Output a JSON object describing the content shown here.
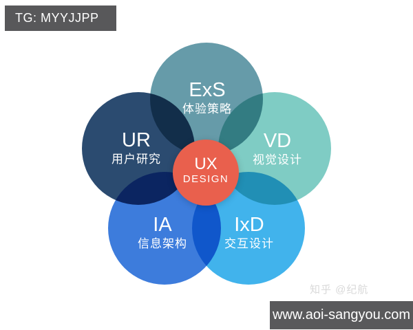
{
  "badge": {
    "label": "TG: MYYJJPP",
    "bg": "#58585a",
    "text_color": "#ffffff"
  },
  "diagram": {
    "type": "venn-flower",
    "center": {
      "abbr": "UX",
      "label": "DESIGN",
      "color": "#e9604d"
    },
    "petals": [
      {
        "position": "top",
        "abbr": "ExS",
        "label": "体验策略",
        "color": "#669ba9"
      },
      {
        "position": "upper-left",
        "abbr": "UR",
        "label": "用户研究",
        "color": "#2b4b70"
      },
      {
        "position": "upper-right",
        "abbr": "VD",
        "label": "视觉设计",
        "color": "#7fccc4"
      },
      {
        "position": "lower-left",
        "abbr": "IA",
        "label": "信息架构",
        "color": "#3d7cdc"
      },
      {
        "position": "lower-right",
        "abbr": "IxD",
        "label": "交互设计",
        "color": "#41b3ec"
      }
    ],
    "text_color": "#ffffff",
    "background": "#ffffff"
  },
  "watermarks": {
    "zhihu": {
      "label": "知乎 @纪航",
      "color": "#d9d9d9"
    },
    "website": {
      "label": "www.aoi-sangyou.com",
      "bg": "#59595b",
      "text_color": "#ffffff"
    }
  }
}
